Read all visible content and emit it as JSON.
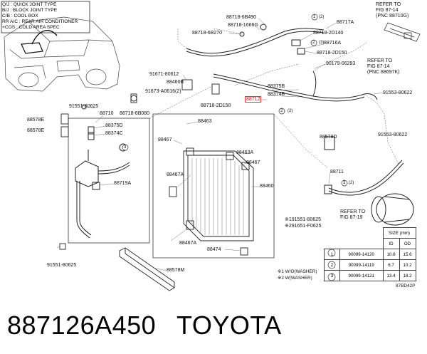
{
  "legend": [
    {
      "code": "Q/J",
      "desc": ": QUICK JOINT TYPE"
    },
    {
      "code": "B/J",
      "desc": ": BLOCK JOINT TYPE"
    },
    {
      "code": "C/B",
      "desc": ": COOL BOX"
    },
    {
      "code": "RR A/C",
      "desc": ": REAR AIR CONDITIONER"
    },
    {
      "code": "+COS",
      "desc": ": COLD AREA SPEC"
    }
  ],
  "refs": {
    "r1": [
      "REFER TO",
      "FIG 87-14",
      "(PNC 88710G)"
    ],
    "r2": [
      "REFER TO",
      "FIG 87-14",
      "(PNC 88697K)"
    ],
    "r3": [
      "REFER TO",
      "FIG 87-19"
    ]
  },
  "parts": {
    "p88718_6B490": "88718-6B490",
    "p88717A": "88717A",
    "p88718_1666G": "88718-1666G",
    "p88718_6B270": "88718-6B270",
    "p88718_2D140": "88718-2D140",
    "p88716A": "88716A",
    "p88718_2D150a": "88718-2D150",
    "p90179_06293": "90179-06293",
    "p91671_80612": "91671-80612",
    "p88460B": "88460B",
    "p91673_A0616": "91673-A0616(2)",
    "p88375B": "88375B",
    "p88374B": "88374B",
    "p88712": "88712",
    "p91553_80622a": "91553-80622",
    "p91551_80625a": "91551-80625",
    "p88710": "88710",
    "p88718_6B080": "88718-6B080",
    "p88718_2D150b": "88718-2D150",
    "p88578E_1": "88578E",
    "p88578E_2": "88578E",
    "p88375D": "88375D",
    "p88374C": "88374C",
    "p88463": "88463",
    "p88467a": "88467",
    "p88578D": "88578D",
    "p91553_80622b": "91553-80622",
    "p88463A": "88463A",
    "p88467b": "88467",
    "p88711": "88711",
    "p88719A": "88719A",
    "p88467A_1": "88467A",
    "p88460": "88460",
    "p91551_80625b": "※191551-80625",
    "p91651_F0625": "※291651-F0625",
    "p88467A_2": "88467A",
    "p88474": "88474",
    "p91551_80625c": "91551-80625",
    "p88578M": "88578M"
  },
  "callouts": {
    "c1": "1",
    "c2": "(2)",
    "c3": "2",
    "c4": "(3)",
    "c5": "2",
    "c6": "(2)",
    "c7": "3",
    "c8": "3",
    "c9": "(2)"
  },
  "size_table": {
    "header": "SIZE (mm)",
    "cols": [
      "ID",
      "OD"
    ],
    "rows": [
      {
        "mark": "1",
        "part": "90099-14120",
        "id": "10.8",
        "od": "15.6"
      },
      {
        "mark": "2",
        "part": "90099-14119",
        "id": "6.7",
        "od": "10.2"
      },
      {
        "mark": "3",
        "part": "90099-14121",
        "id": "13.4",
        "od": "18.2"
      }
    ]
  },
  "notes": {
    "n1": "※1 W/O(WASHER)",
    "n2": "※2 W(WASHER)",
    "code": "87BD42P"
  },
  "footer": {
    "part_number": "887126A450",
    "brand": "TOYOTA"
  }
}
